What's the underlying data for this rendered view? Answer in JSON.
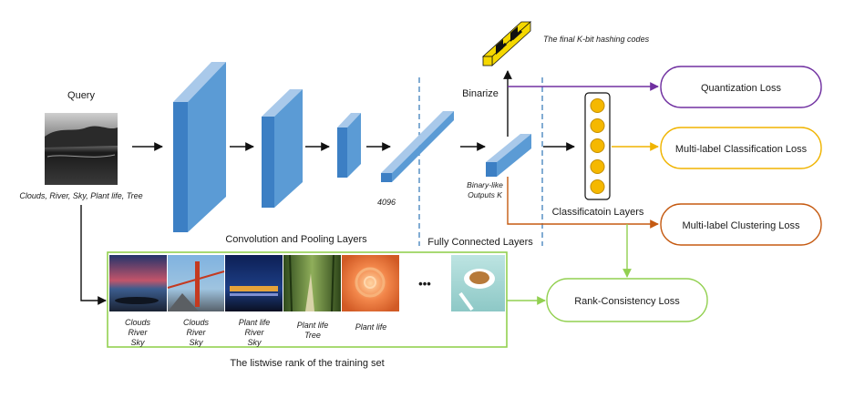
{
  "query": {
    "title": "Query",
    "labels": "Clouds, River, Sky, Plant life, Tree"
  },
  "network": {
    "conv_label": "Convolution and Pooling Layers",
    "fc_label": "Fully Connected Layers",
    "fc_dim": "4096",
    "binary_like": [
      "Binary-like",
      "Outputs K"
    ],
    "binarize": "Binarize",
    "hash_codes": "The final K-bit hashing codes",
    "classification_layers": "Classificatoin Layers"
  },
  "losses": {
    "quantization": "Quantization Loss",
    "classification": "Multi-label Classification Loss",
    "clustering": "Multi-label Clustering Loss",
    "rank": "Rank-Consistency Loss"
  },
  "training_set": {
    "caption": "The listwise rank of the training set",
    "ellipsis": "•••",
    "items": [
      [
        "Clouds",
        "River",
        "Sky"
      ],
      [
        "Clouds",
        "River",
        "Sky"
      ],
      [
        "Plant life",
        "River",
        "Sky"
      ],
      [
        "Plant life",
        "Tree"
      ],
      [
        "Plant life"
      ]
    ]
  },
  "colors": {
    "layer_front": "#3c7fc4",
    "layer_side": "#5b9bd5",
    "layer_top": "#a9c9ea",
    "quantization": "#7030a0",
    "classification": "#f0b400",
    "clustering": "#c55a11",
    "rank": "#92d050",
    "dash": "#2e75b6",
    "node": "#f5b800"
  }
}
